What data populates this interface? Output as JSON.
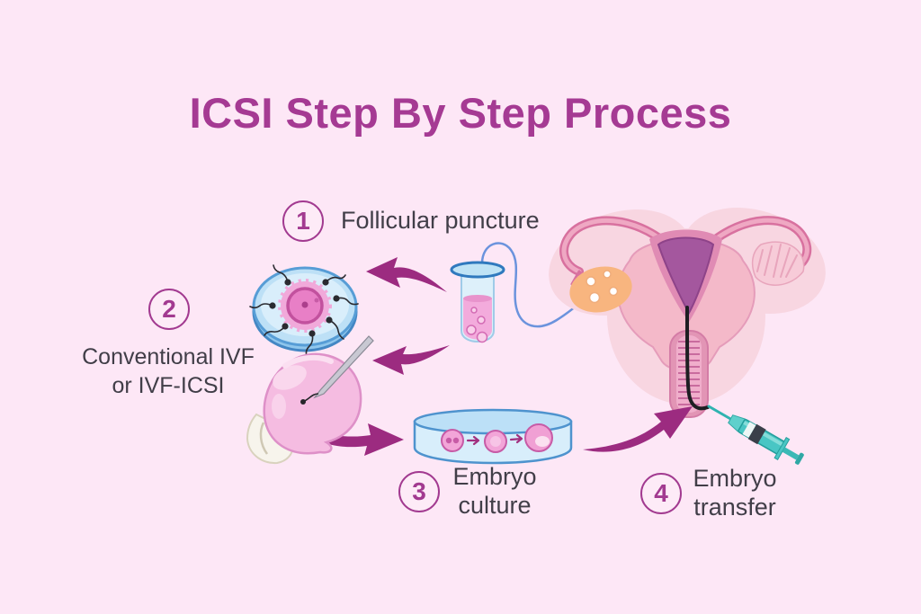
{
  "title": "ICSI Step By Step Process",
  "steps": [
    {
      "number": "1",
      "lines": [
        "Follicular puncture"
      ]
    },
    {
      "number": "2",
      "lines": [
        "Conventional IVF",
        "or IVF-ICSI"
      ]
    },
    {
      "number": "3",
      "lines": [
        "Embryo",
        "culture"
      ]
    },
    {
      "number": "4",
      "lines": [
        "Embryo",
        "transfer"
      ]
    }
  ],
  "colors": {
    "background": "#fde7f6",
    "title_text": "#a53a93",
    "step_badge": "#a23a90",
    "step_label_text": "#413e48",
    "arrow": "#9c2b80",
    "dish_blue": "#bce0f7",
    "dish_border": "#4e93ce",
    "egg_pink": "#e87fc6",
    "liquid_pink": "#f3abdc",
    "syringe_teal": "#49c6c4"
  }
}
